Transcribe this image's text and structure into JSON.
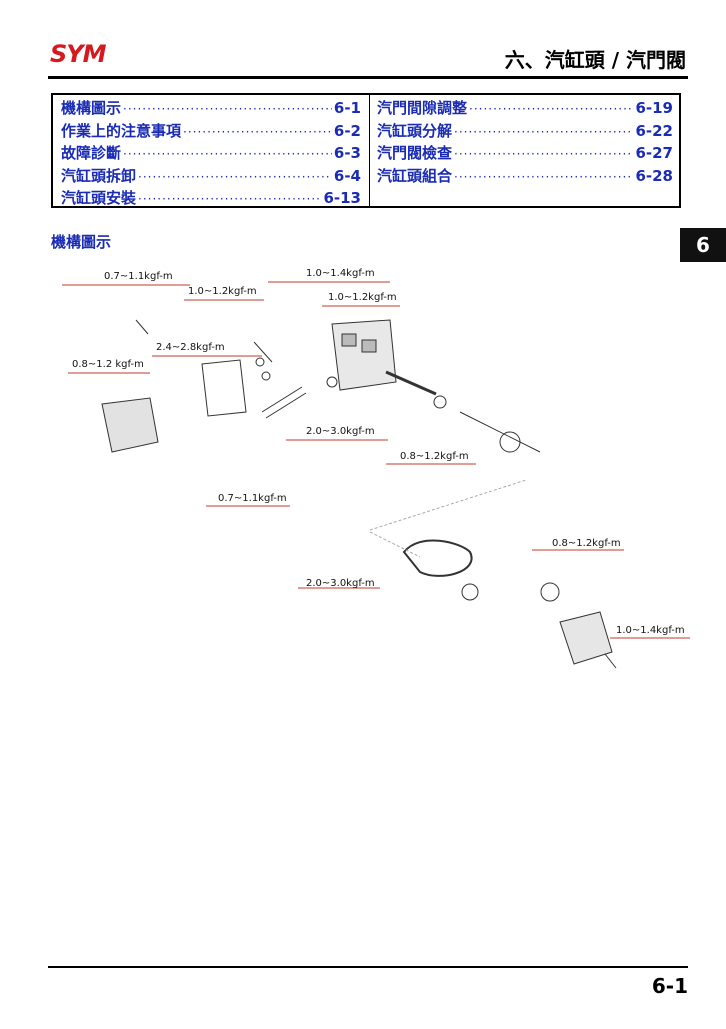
{
  "header": {
    "logo_text": "SYM",
    "chapter_title": "六、汽缸頭 / 汽門閥"
  },
  "toc": {
    "left": [
      {
        "label": "機構圖示",
        "page": "6-1"
      },
      {
        "label": "作業上的注意事項",
        "page": "6-2"
      },
      {
        "label": "故障診斷",
        "page": "6-3"
      },
      {
        "label": "汽缸頭拆卸",
        "page": "6-4"
      },
      {
        "label": "汽缸頭安裝",
        "page": "6-13"
      }
    ],
    "right": [
      {
        "label": "汽門間隙調整",
        "page": "6-19"
      },
      {
        "label": "汽缸頭分解",
        "page": "6-22"
      },
      {
        "label": "汽門閥檢查",
        "page": "6-27"
      },
      {
        "label": "汽缸頭組合",
        "page": "6-28"
      }
    ]
  },
  "section_heading": "機構圖示",
  "chapter_tab": "6",
  "diagram": {
    "torque_labels": [
      "0.7~1.1kgf-m",
      "1.0~1.4kgf-m",
      "1.0~1.2kgf-m",
      "1.0~1.2kgf-m",
      "2.4~2.8kgf-m",
      "0.8~1.2 kgf-m",
      "2.0~3.0kgf-m",
      "0.8~1.2kgf-m",
      "0.7~1.1kgf-m",
      "0.8~1.2kgf-m",
      "2.0~3.0kgf-m",
      "1.0~1.4kgf-m"
    ]
  },
  "footer": {
    "page_number": "6-1"
  },
  "colors": {
    "brand_red": "#d7191f",
    "link_blue": "#1a2bb5",
    "leader_red": "#c0392b"
  }
}
